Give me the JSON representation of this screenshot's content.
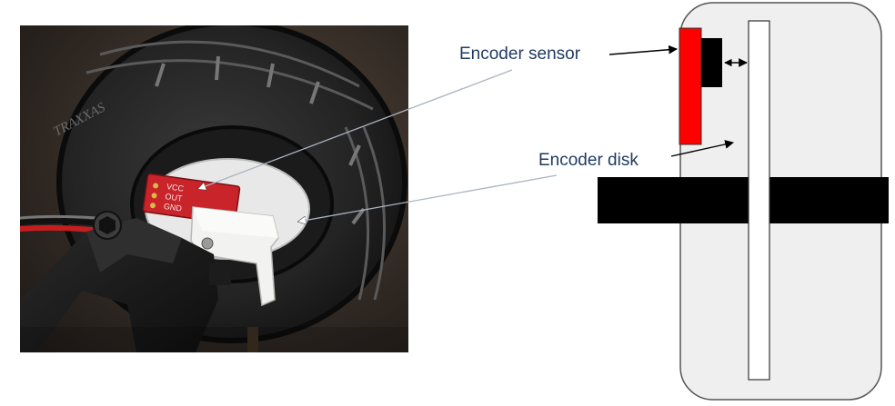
{
  "labels": {
    "encoder_sensor": "Encoder sensor",
    "encoder_disk": "Encoder disk"
  },
  "photo": {
    "pcb_pins": [
      "VCC",
      "OUT",
      "GND"
    ],
    "tire_marking": "TRAXXAS"
  },
  "colors": {
    "label_text": "#1f3a5f",
    "sensor_body": "#ff0000",
    "sensor_head": "#000000",
    "disk": "#ffffff",
    "axle": "#000000",
    "wheel_panel": "#efefef",
    "wheel_outline": "#555555",
    "pcb": "#c8242a",
    "pointer_line": "#aab4c0"
  }
}
